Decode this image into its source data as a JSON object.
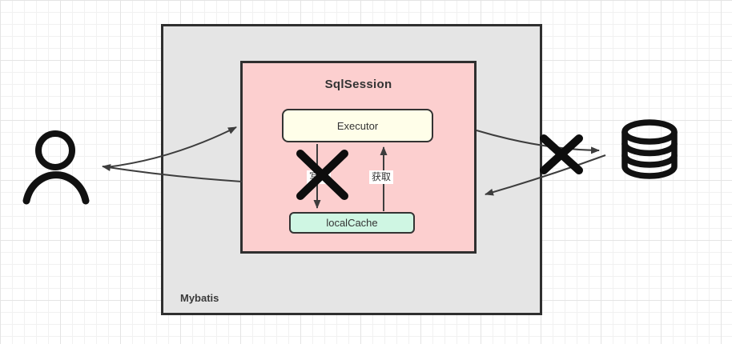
{
  "diagram": {
    "outer_box": {
      "label": "Mybatis"
    },
    "sqlsession_box": {
      "title": "SqlSession"
    },
    "nodes": {
      "executor": "Executor",
      "local_cache": "localCache"
    },
    "edge_labels": {
      "store": "写入",
      "get": "获取"
    },
    "icons": {
      "left": "user-icon",
      "right": "database-icon",
      "cross_marks": "cross-out-icon (over 写入 arrow and over database arrows)"
    },
    "colors": {
      "outer_fill": "#e5e5e5",
      "session_fill": "#fccfcf",
      "executor_fill": "#fffee9",
      "cache_fill": "#cff6e3",
      "shape_border": "#2f2f2f",
      "arrow": "#3d3d3d",
      "icon": "#111111",
      "grid_minor": "#f1f1f1",
      "grid_major": "#e4e4e4"
    }
  }
}
